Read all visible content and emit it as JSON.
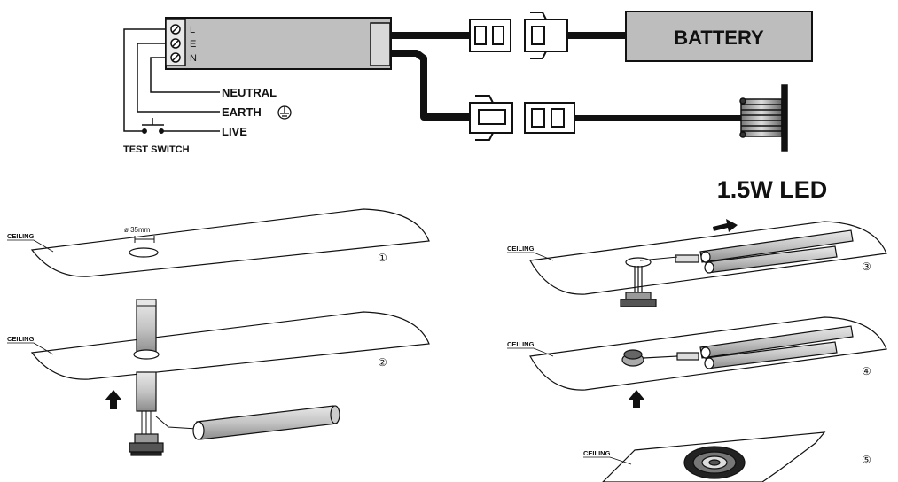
{
  "wiring": {
    "terminals": [
      "L",
      "E",
      "N"
    ],
    "neutral_label": "NEUTRAL",
    "earth_label": "EARTH",
    "live_label": "LIVE",
    "test_switch_label": "TEST SWITCH",
    "battery_label": "BATTERY",
    "led_label": "1.5W LED"
  },
  "steps": {
    "ceiling_label": "CEILING",
    "hole_dimension": "ø 35mm",
    "markers": [
      "①",
      "②",
      "③",
      "④",
      "⑤"
    ]
  },
  "colors": {
    "ink": "#111111",
    "module": "#bdbdbd",
    "battery": "#bdbdbd",
    "panel": "#ffffff"
  }
}
